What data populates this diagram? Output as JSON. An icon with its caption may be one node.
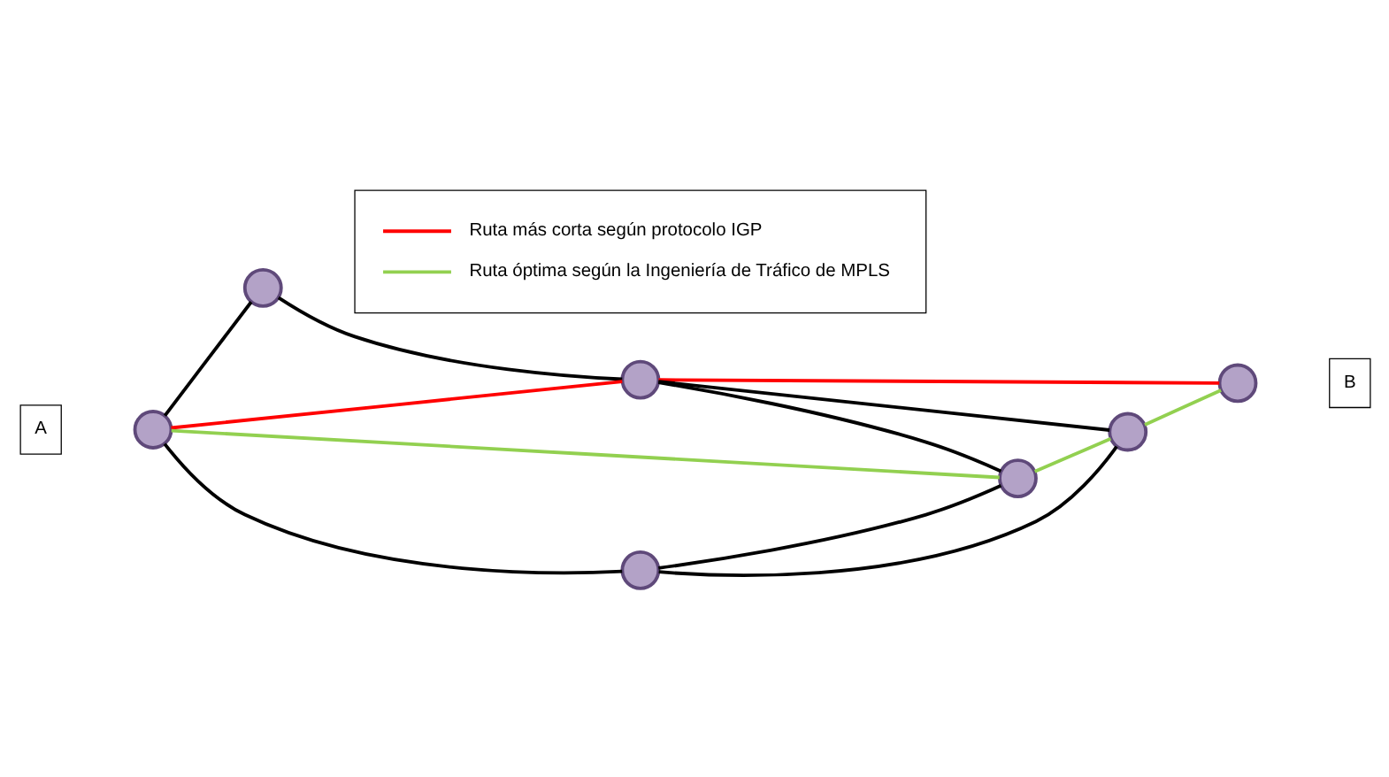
{
  "diagram": {
    "nodes": [
      {
        "text": [],
        "shape": "circle"
      },
      {
        "text": [],
        "shape": "circle"
      },
      {
        "text": [
          "B"
        ]
      },
      {
        "text": [],
        "shape": "circle"
      },
      {
        "text": [
          "A"
        ]
      },
      {
        "text": [],
        "shape": "circle"
      },
      {
        "text": [],
        "shape": "circle"
      },
      {
        "text": [],
        "shape": "circle"
      },
      {
        "text": [],
        "shape": "circle"
      }
    ],
    "edges": [
      {
        "from": 5,
        "to": 0,
        "arrow": "none"
      },
      {
        "from": 0,
        "to": 1,
        "arrow": "none"
      },
      {
        "from": 5,
        "to": 1,
        "arrow": "none",
        "color": "#ff0000"
      },
      {
        "from": 1,
        "to": 3,
        "arrow": "none",
        "color": "#ff0000"
      },
      {
        "from": 5,
        "to": 6,
        "arrow": "none",
        "color": "#92d050"
      },
      {
        "from": 6,
        "to": 8,
        "arrow": "none",
        "color": "#92d050"
      },
      {
        "from": 8,
        "to": 3,
        "arrow": "none",
        "color": "#92d050"
      },
      {
        "from": 1,
        "to": 6,
        "arrow": "none"
      },
      {
        "from": 1,
        "to": 8,
        "arrow": "none"
      },
      {
        "from": 5,
        "to": 7,
        "arrow": "none"
      },
      {
        "from": 7,
        "to": 6,
        "arrow": "none"
      },
      {
        "from": 7,
        "to": 8,
        "arrow": "none"
      }
    ],
    "legend": [
      {
        "text": "Ruta más corta según protocolo IGP",
        "color": "#ff0000"
      },
      {
        "text": "Ruta óptima según la Ingeniería de Tráfico de MPLS",
        "color": "#92d050"
      }
    ]
  }
}
